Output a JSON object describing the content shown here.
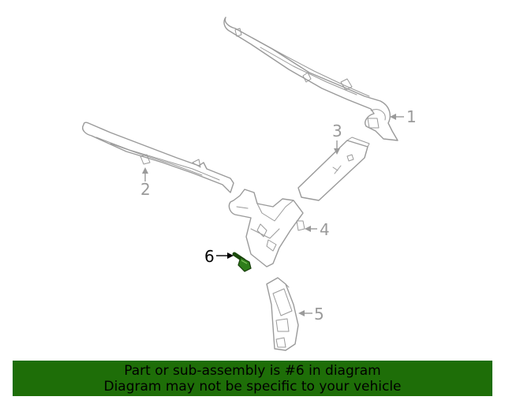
{
  "callouts": [
    "1",
    "2",
    "3",
    "4",
    "5",
    "6"
  ],
  "highlighted_part": "6",
  "colors": {
    "line_art": "#9a9a9a",
    "highlight_part": "#2e7d1a",
    "banner_background": "#1e6e08",
    "banner_text": "#000000"
  },
  "banner": {
    "line1": "Part or sub-assembly is #6 in diagram",
    "line2": "Diagram may not be specific to your vehicle"
  }
}
